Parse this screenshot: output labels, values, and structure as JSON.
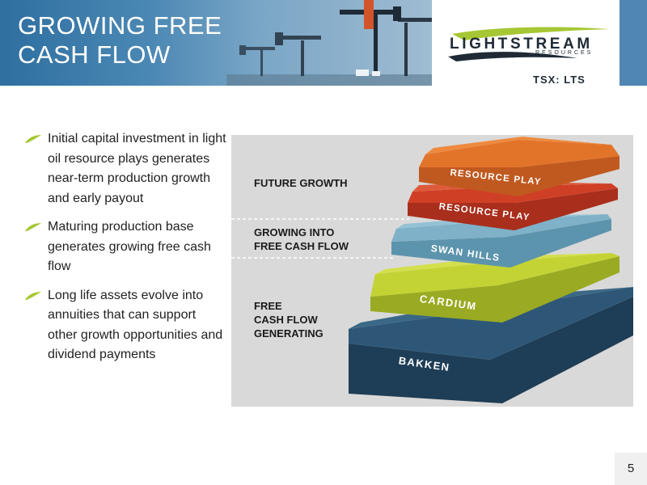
{
  "header": {
    "title_lines": [
      "GROWING FREE",
      "CASH FLOW"
    ],
    "logo_text": "LIGHTSTREAM",
    "logo_subtext": "RESOURCES",
    "ticker": "TSX: LTS"
  },
  "bullets": [
    "Initial capital investment in light oil resource plays generates near-term production growth and early payout",
    "Maturing production base generates growing free cash flow",
    "Long life assets evolve into annuities that can support other growth opportunities and dividend payments"
  ],
  "diagram": {
    "labels": {
      "future": "FUTURE GROWTH",
      "growing": [
        "GROWING INTO",
        "FREE CASH FLOW"
      ],
      "free": [
        "FREE",
        "CASH FLOW",
        "GENERATING"
      ]
    },
    "layers": [
      {
        "name": "RESOURCE PLAY",
        "color": "#e2742a"
      },
      {
        "name": "RESOURCE PLAY",
        "color": "#cf3f26"
      },
      {
        "name": "SWAN HILLS",
        "color": "#7fb1c8"
      },
      {
        "name": "CARDIUM",
        "color": "#c3d334"
      },
      {
        "name": "BAKKEN",
        "color": "#2e5777"
      }
    ]
  },
  "page_number": "5",
  "colors": {
    "accent_green": "#a6c733",
    "header_blue": "#4f86b2",
    "text": "#222222"
  }
}
